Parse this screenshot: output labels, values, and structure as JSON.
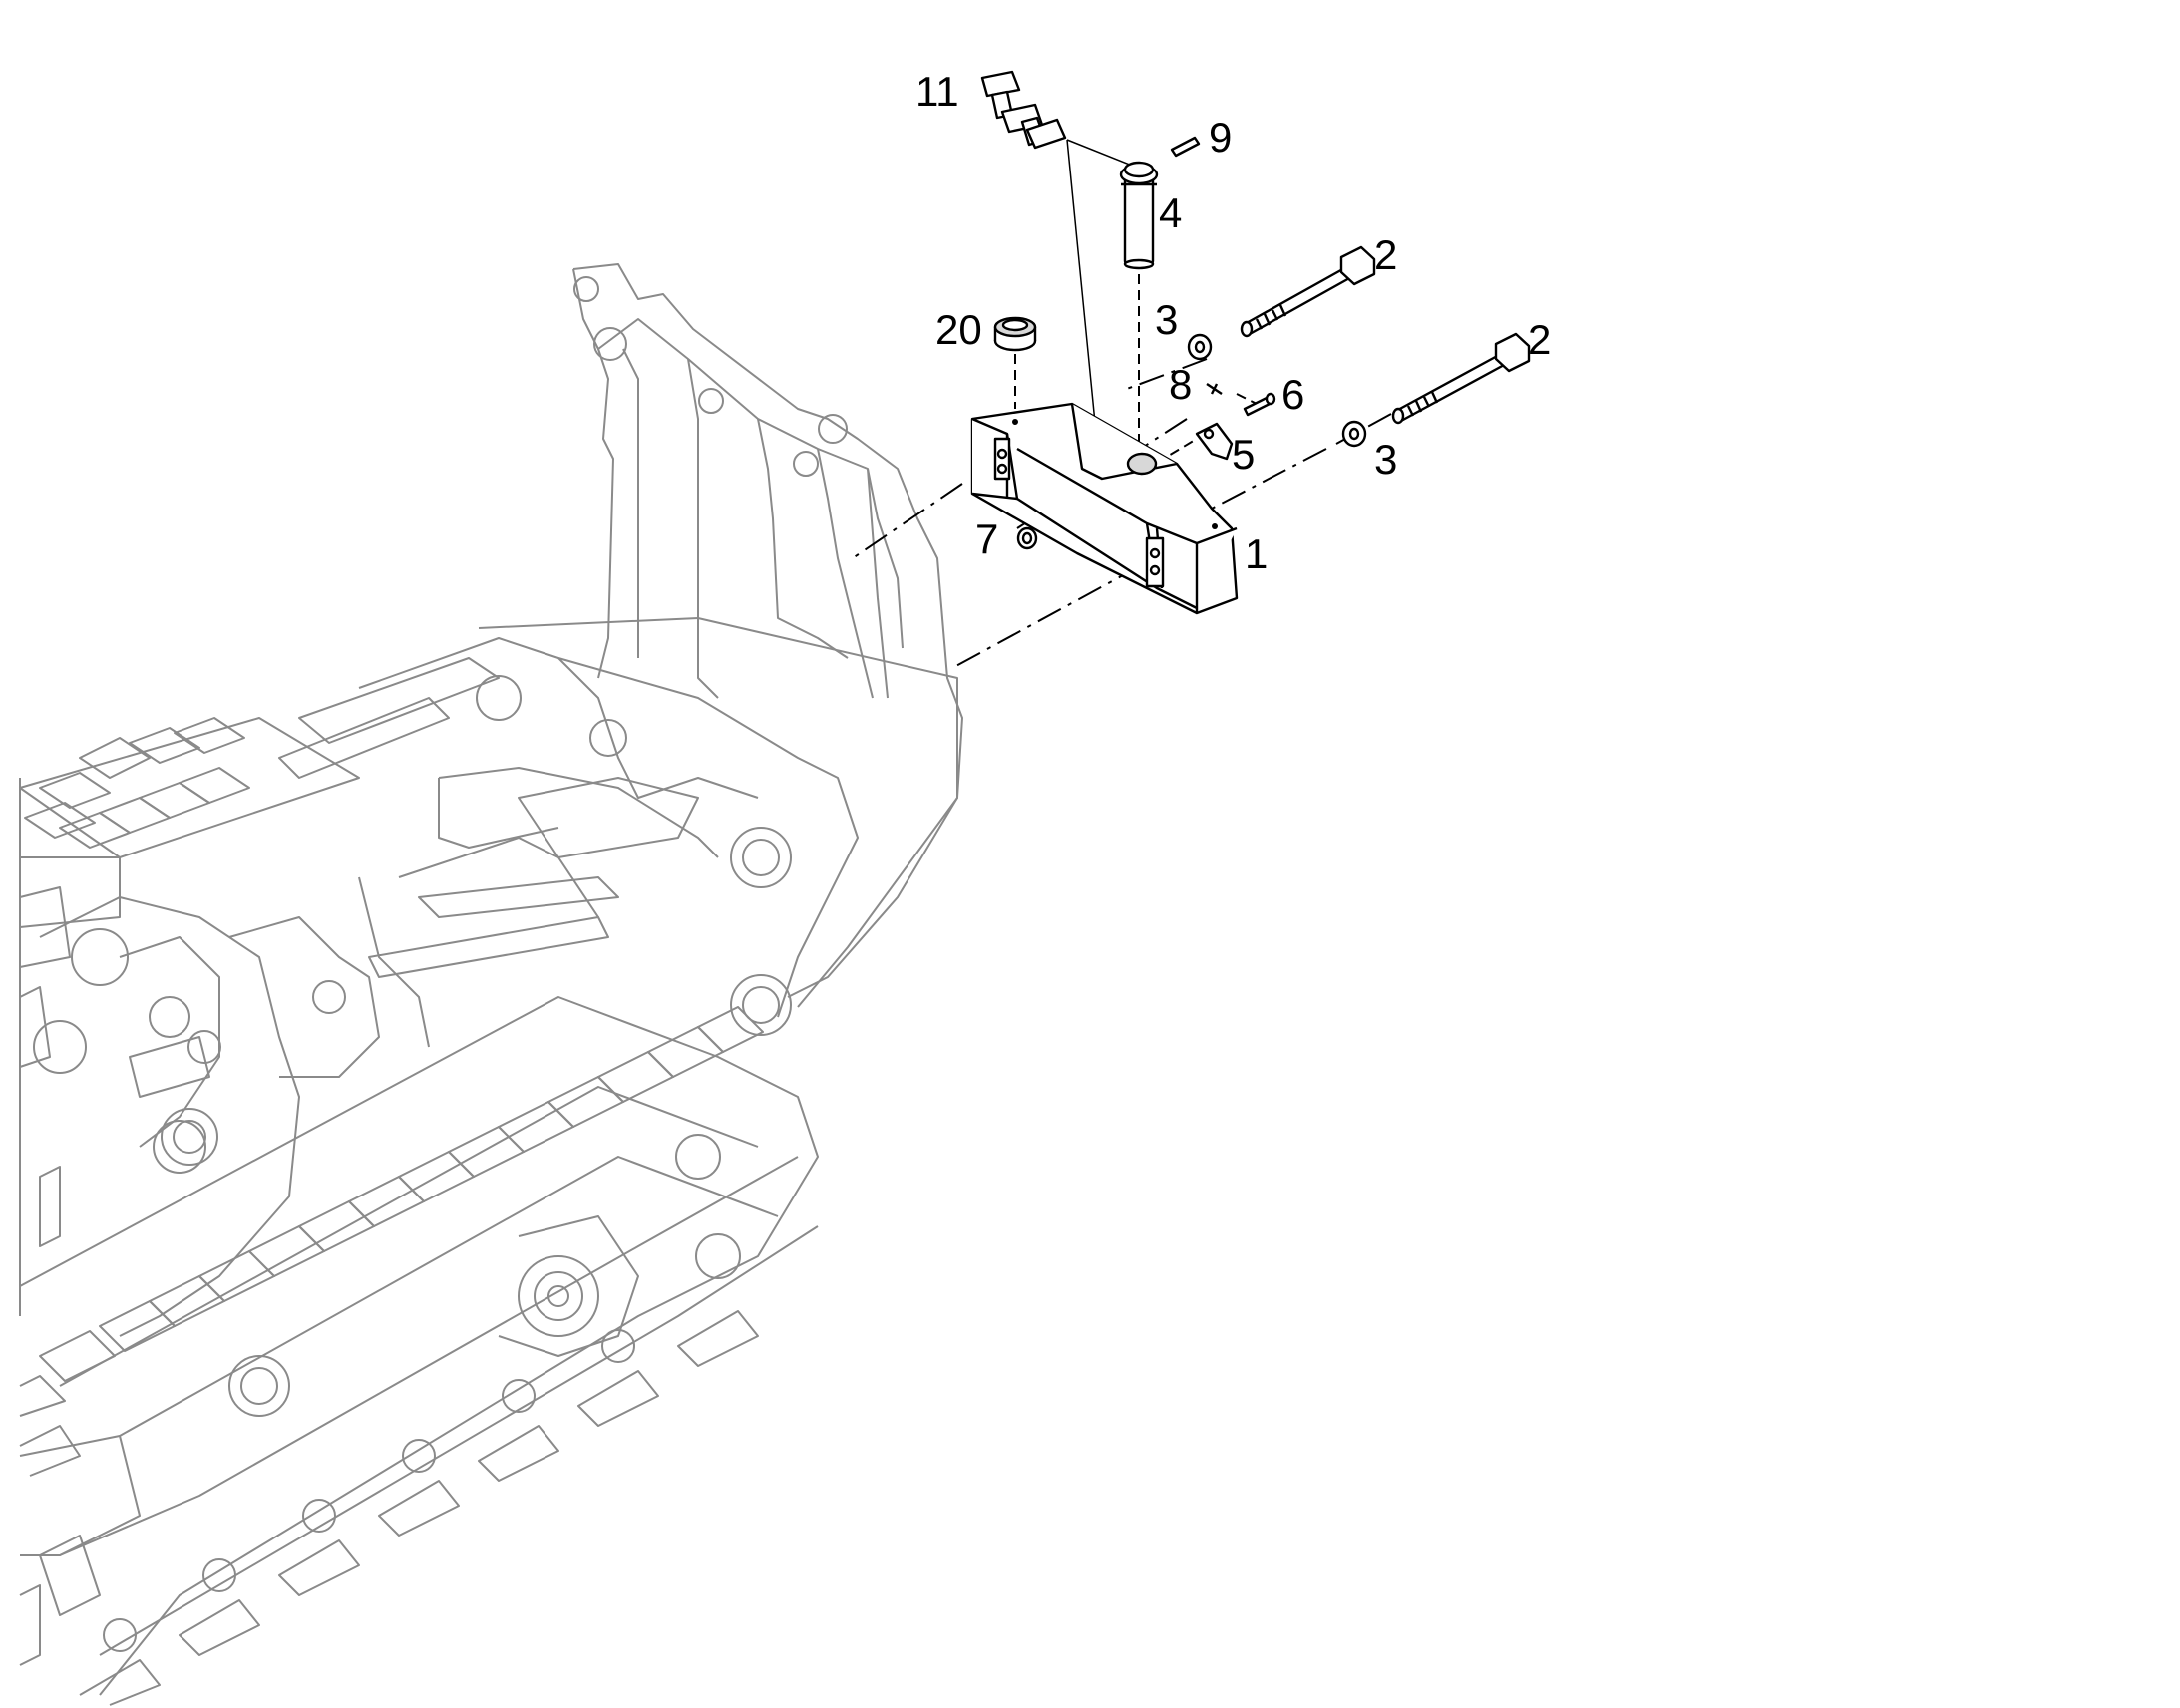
{
  "callouts": [
    {
      "id": "c11",
      "text": "11"
    },
    {
      "id": "c9",
      "text": "9"
    },
    {
      "id": "c4",
      "text": "4"
    },
    {
      "id": "c2a",
      "text": "2"
    },
    {
      "id": "c3a",
      "text": "3"
    },
    {
      "id": "c20",
      "text": "20"
    },
    {
      "id": "c2b",
      "text": "2"
    },
    {
      "id": "c8",
      "text": "8"
    },
    {
      "id": "c6",
      "text": "6"
    },
    {
      "id": "c5",
      "text": "5"
    },
    {
      "id": "c3b",
      "text": "3"
    },
    {
      "id": "c7",
      "text": "7"
    },
    {
      "id": "c1",
      "text": "1"
    }
  ]
}
